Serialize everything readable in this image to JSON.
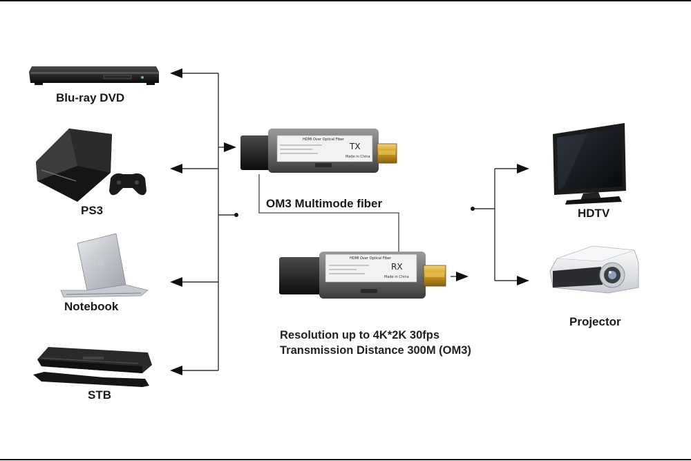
{
  "devices": {
    "bluray": "Blu-ray DVD",
    "ps3": "PS3",
    "notebook": "Notebook",
    "stb": "STB",
    "hdtv": "HDTV",
    "projector": "Projector"
  },
  "fiber_label": "OM3 Multimode fiber",
  "tx": {
    "header": "HDMI Over Optical Fiber",
    "code": "TX",
    "made_in": "Made in China"
  },
  "rx": {
    "header": "HDMI Over Optical Fiber",
    "code": "RX",
    "made_in": "Made in China"
  },
  "specs": {
    "line1": "Resolution up to 4K*2K 30fps",
    "line2": "Transmission Distance 300M (OM3)"
  }
}
